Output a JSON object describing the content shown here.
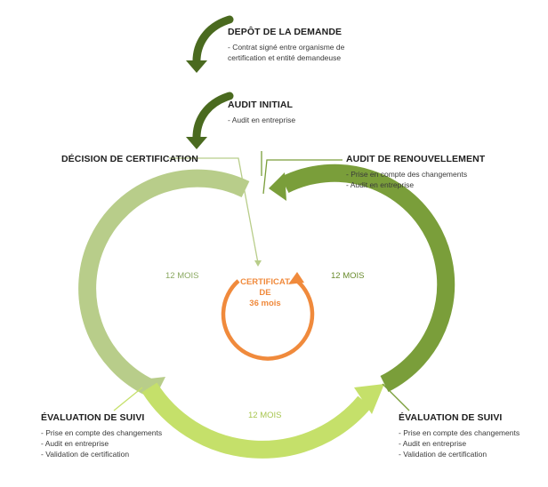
{
  "colors": {
    "dark_green": "#4a6a1f",
    "mid_green": "#7a9e3a",
    "light_green": "#b8cd8a",
    "lime": "#c5e06a",
    "orange": "#f08a3c"
  },
  "steps": {
    "depot": {
      "title": "DEPÔT DE LA DEMANDE",
      "lines": [
        "- Contrat signé entre organisme de",
        "certification et entité demandeuse"
      ]
    },
    "audit_initial": {
      "title": "AUDIT INITIAL",
      "lines": [
        "- Audit en entreprise"
      ]
    },
    "decision": {
      "title": "DÉCISION DE CERTIFICATION"
    },
    "renouvellement": {
      "title": "AUDIT DE RENOUVELLEMENT",
      "lines": [
        "- Prise en compte des changements",
        "- Audit en entreprise"
      ]
    },
    "suivi_left": {
      "title": "ÉVALUATION DE SUIVI",
      "lines": [
        "- Prise en compte des changements",
        "- Audit en entreprise",
        "- Validation de certification"
      ]
    },
    "suivi_right": {
      "title": "ÉVALUATION DE SUIVI",
      "lines": [
        "- Prise en compte des changements",
        "- Audit en entreprise",
        "- Validation de certification"
      ]
    }
  },
  "cycle": {
    "left_label": "12 MOIS",
    "right_label": "12 MOIS",
    "bottom_label": "12 MOIS"
  },
  "center": {
    "line1": "CERTIFICAT",
    "line2": "DE",
    "line3": "36 mois"
  }
}
